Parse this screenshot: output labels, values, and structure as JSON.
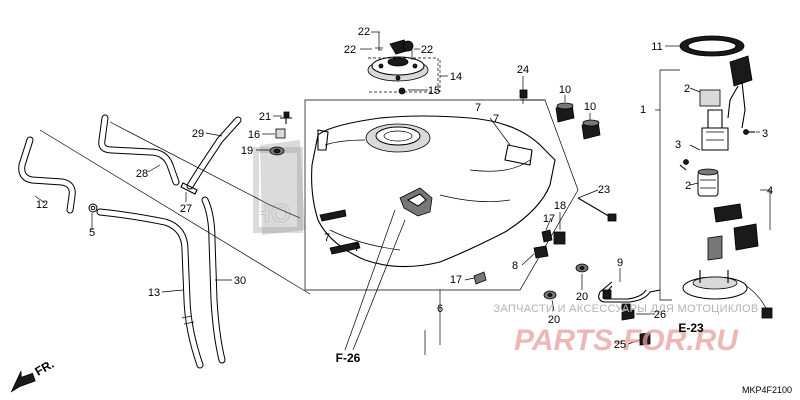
{
  "diagram": {
    "code": "MKP4F2100",
    "forward_label": "FR.",
    "refs": [
      "F-26",
      "E-23"
    ],
    "callouts": [
      "1",
      "2",
      "2",
      "3",
      "3",
      "4",
      "5",
      "6",
      "7",
      "7",
      "7",
      "7",
      "8",
      "9",
      "10",
      "10",
      "11",
      "12",
      "13",
      "14",
      "15",
      "16",
      "17",
      "17",
      "18",
      "19",
      "20",
      "20",
      "21",
      "22",
      "22",
      "22",
      "23",
      "24",
      "25",
      "26",
      "27",
      "28",
      "29",
      "30"
    ]
  },
  "watermark": {
    "top_text": "ЗАПЧАСТИ И АКСЕССУАРЫ ДЛЯ МОТОЦИКЛОВ",
    "main_text": "PARTS-FOR.RU"
  }
}
